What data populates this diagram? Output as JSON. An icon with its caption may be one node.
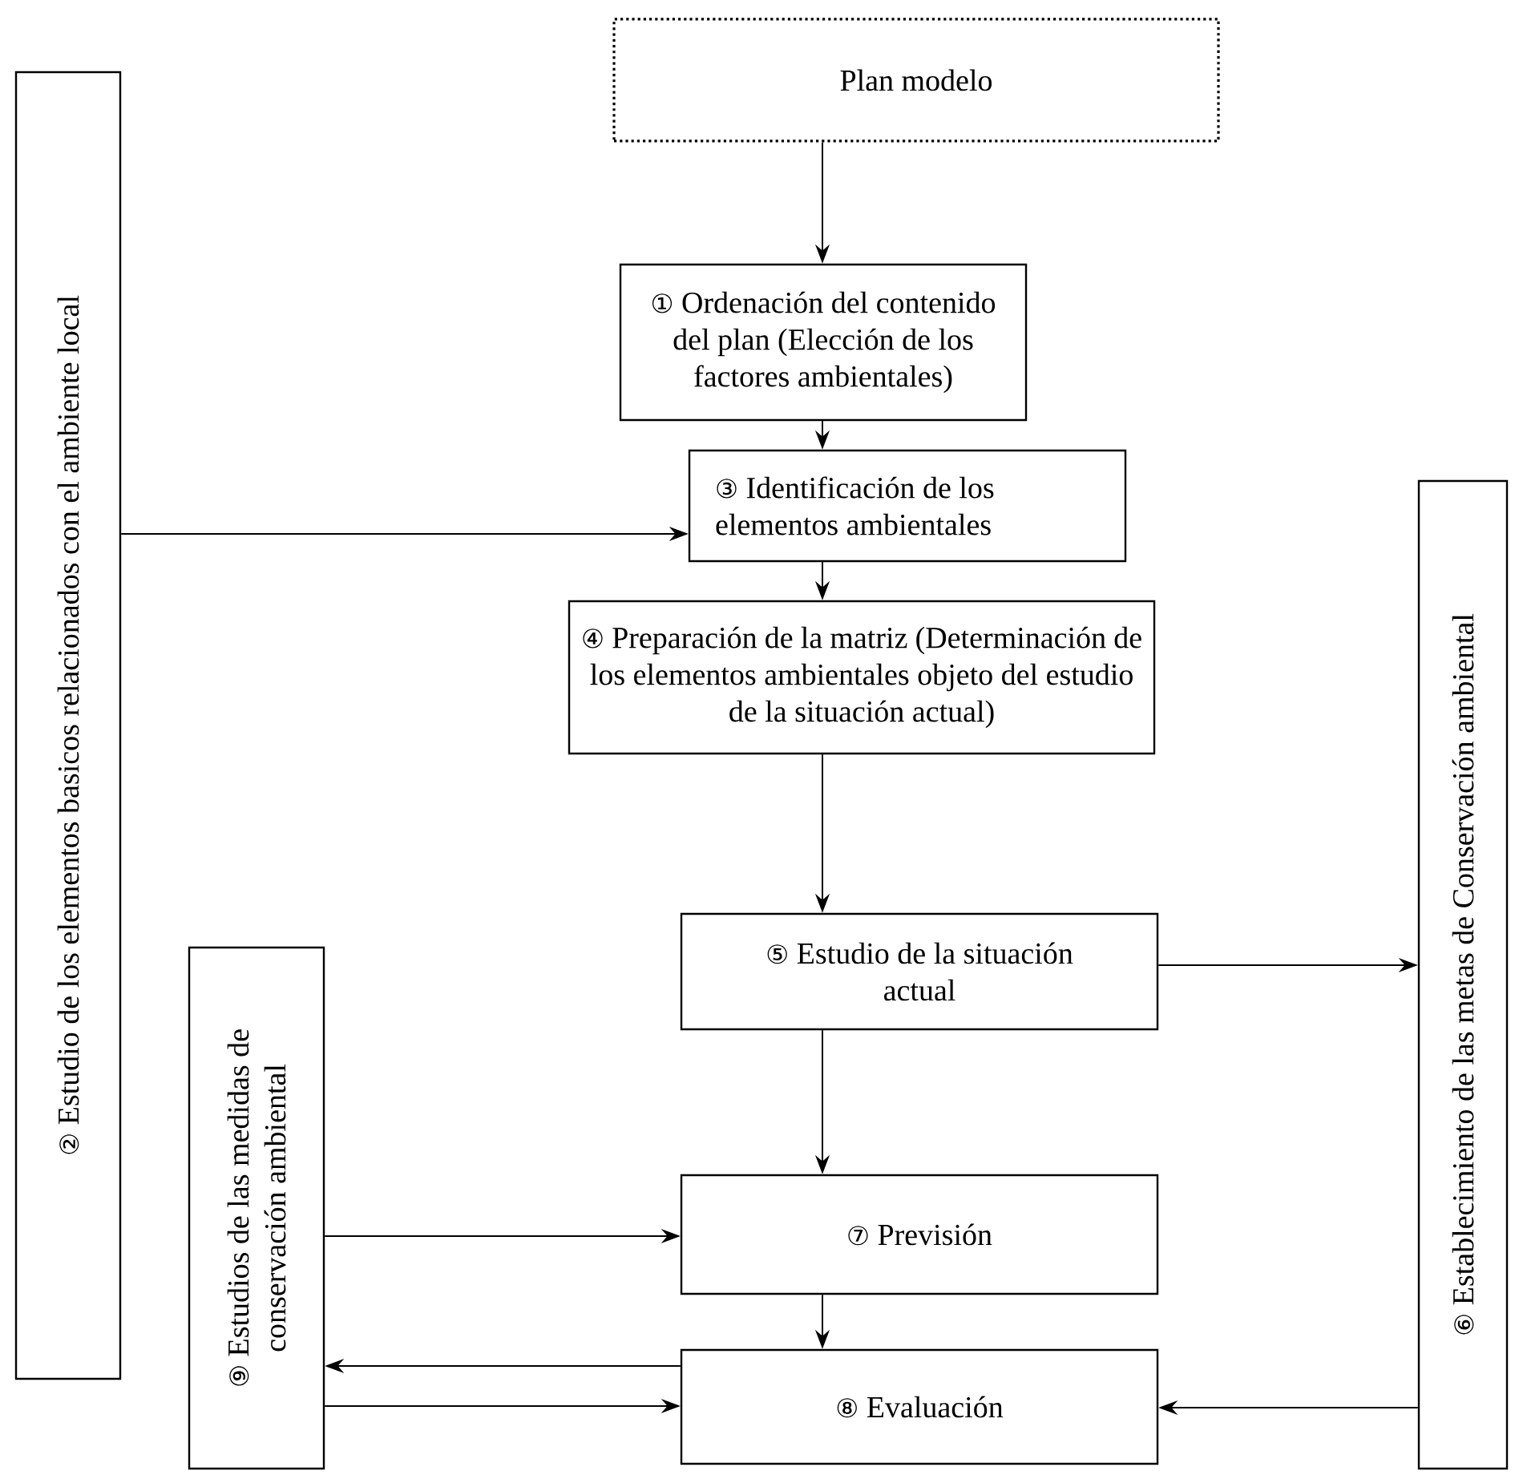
{
  "diagram": {
    "nodes": [
      {
        "text": [
          "Plan modelo"
        ]
      },
      {
        "text": [
          "① Ordenación del contenido del plan (Elección de los factores ambientales)"
        ]
      },
      {
        "text": [
          "② Estudio de los elementos basicos relacionados con el ambiente local"
        ]
      },
      {
        "text": [
          "③ Identificación de los elementos ambientales"
        ]
      },
      {
        "text": [
          "④ Preparación de la matriz (Determinación de los elementos ambientales objeto del estudio de la situación actual)"
        ]
      },
      {
        "text": [
          "⑤ Estudio de la situación actual"
        ]
      },
      {
        "text": [
          "⑥ Establecimiento de las metas de Conservación ambiental"
        ]
      },
      {
        "text": [
          "⑦ Previsión"
        ]
      },
      {
        "text": [
          "⑧ Evaluación"
        ]
      },
      {
        "text": [
          "⑨ Estudios de las medidas de conservación ambiental"
        ]
      }
    ],
    "edges": [
      {
        "from": 0,
        "to": 1,
        "arrow": "to"
      },
      {
        "from": 1,
        "to": 3,
        "arrow": "to"
      },
      {
        "from": 2,
        "to": 3,
        "arrow": "to"
      },
      {
        "from": 3,
        "to": 4,
        "arrow": "to"
      },
      {
        "from": 4,
        "to": 5,
        "arrow": "to"
      },
      {
        "from": 5,
        "to": 6,
        "arrow": "to"
      },
      {
        "from": 5,
        "to": 7,
        "arrow": "to"
      },
      {
        "from": 9,
        "to": 7,
        "arrow": "to"
      },
      {
        "from": 7,
        "to": 8,
        "arrow": "to"
      },
      {
        "from": 8,
        "to": 9,
        "arrow": "to"
      },
      {
        "from": 9,
        "to": 8,
        "arrow": "to"
      },
      {
        "from": 6,
        "to": 8,
        "arrow": "to"
      }
    ]
  }
}
